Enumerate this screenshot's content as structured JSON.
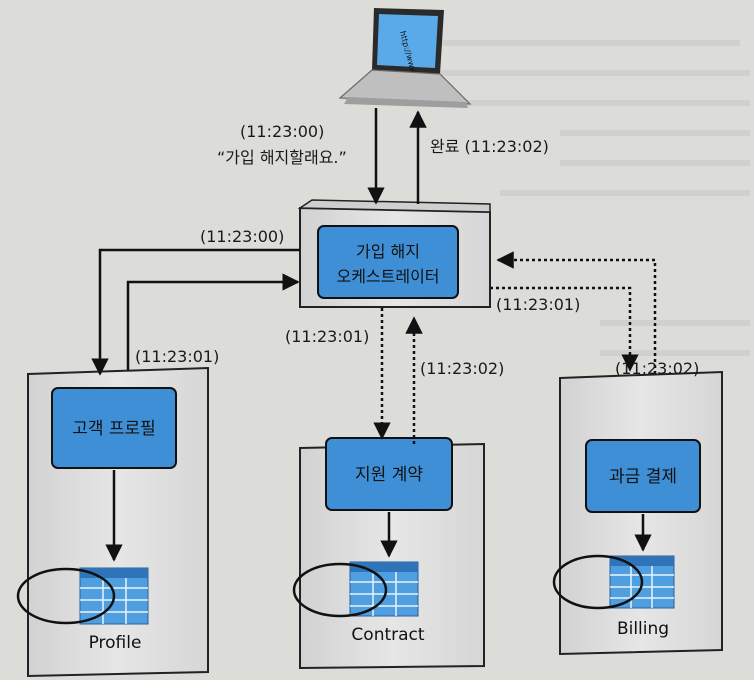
{
  "laptop": {
    "screen_text": "http://www",
    "icon": "laptop-icon"
  },
  "orchestrator": {
    "line1": "가입 해지",
    "line2": "오케스트레이터"
  },
  "services": [
    {
      "title": "고객 프로필",
      "db_label": "Profile"
    },
    {
      "title": "지원 계약",
      "db_label": "Contract"
    },
    {
      "title": "과금 결제",
      "db_label": "Billing"
    }
  ],
  "labels": {
    "request_time": "(11:23:00)",
    "request_text": "“가입 해지할래요.”",
    "done": "완료 (11:23:02)",
    "to_profile_time": "(11:23:00)",
    "from_profile_time": "(11:23:01)",
    "to_contract_time": "(11:23:01)",
    "from_contract_time": "(11:23:02)",
    "to_billing_time": "(11:23:01)",
    "from_billing_time": "(11:23:02)"
  },
  "colors": {
    "background": "#dcdcd8",
    "cabinet": "#dedede",
    "inner_box": "#3f8fd6",
    "table": "#4e9ee0"
  }
}
